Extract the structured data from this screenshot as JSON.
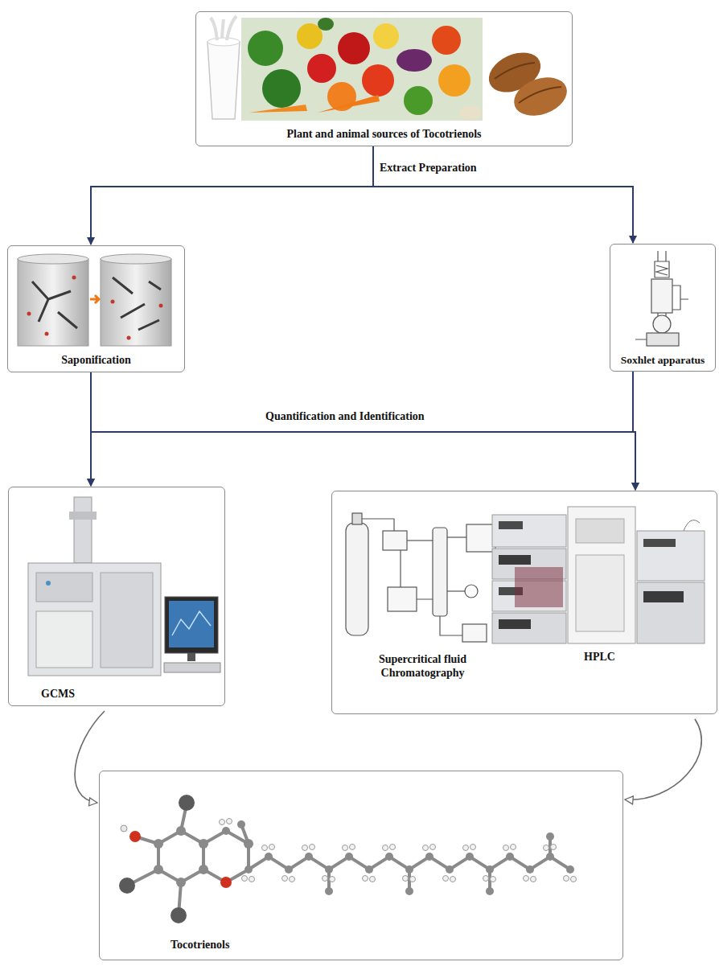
{
  "diagram": {
    "nodes": [
      {
        "text": [
          "Plant and animal sources of Tocotrienols"
        ]
      },
      {
        "text": [
          "Saponification"
        ]
      },
      {
        "text": [
          "Soxhlet apparatus"
        ]
      },
      {
        "text": [
          "GCMS"
        ]
      },
      {
        "text": [
          "Supercritical fluid Chromatography",
          "HPLC"
        ]
      },
      {
        "text": [
          "Tocotrienols"
        ]
      }
    ],
    "edges": [
      {
        "from": 0,
        "to": 1,
        "arrow": "to"
      },
      {
        "from": 0,
        "to": 2,
        "arrow": "to"
      },
      {
        "from": 1,
        "to": 3,
        "arrow": "to"
      },
      {
        "from": 1,
        "to": 4,
        "arrow": "to"
      },
      {
        "from": 2,
        "to": 3,
        "arrow": "to"
      },
      {
        "from": 2,
        "to": 4,
        "arrow": "to"
      },
      {
        "from": 3,
        "to": 5,
        "arrow": "to"
      },
      {
        "from": 4,
        "to": 5,
        "arrow": "to"
      }
    ],
    "labels": [
      "Extract Preparation",
      "Quantification and Identification"
    ]
  }
}
